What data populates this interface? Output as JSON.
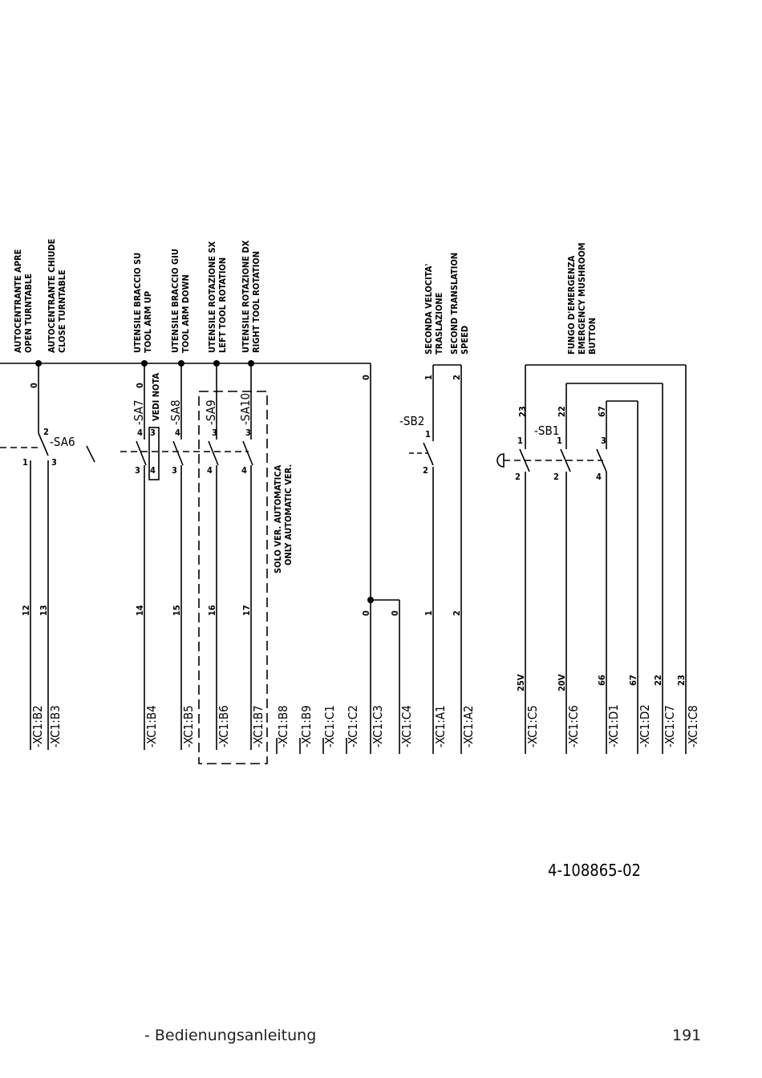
{
  "header_labels": [
    {
      "lines": [
        "AUTOCENTRANTE APRE",
        "OPEN TURNTABLE"
      ]
    },
    {
      "lines": [
        "AUTOCENTRANTE CHIUDE",
        "CLOSE TURNTABLE"
      ]
    },
    {
      "lines": [
        "UTENSILE BRACCIO SU",
        "TOOL ARM UP"
      ]
    },
    {
      "lines": [
        "UTENSILE BRACCIO GIU",
        "TOOL ARM DOWN"
      ]
    },
    {
      "lines": [
        "UTENSILE ROTAZIONE SX",
        "LEFT TOOL ROTATION"
      ]
    },
    {
      "lines": [
        "UTENSILE ROTAZIONE DX",
        "RIGHT TOOL ROTATION"
      ]
    },
    {
      "lines": [
        "SECONDA VELOCITA'",
        "TRASLAZIONE",
        "SECOND TRANSLATION",
        "SPEED"
      ]
    },
    {
      "lines": [
        "FUNGO D'EMERGENZA",
        "EMERGENCY MUSHROOM",
        "BUTTON"
      ]
    }
  ],
  "switches": {
    "sa6": "-SA6",
    "sa7": "-SA7",
    "sa8": "-SA8",
    "sa9": "-SA9",
    "sa10": "-SA10",
    "sb2": "-SB2",
    "sb1": "-SB1"
  },
  "note": "VEDI NOTA",
  "automatic_note": [
    "SOLO VER. AUTOMATICA",
    "ONLY AUTOMATIC VER."
  ],
  "terminals": [
    "-XC1:B2",
    "-XC1:B3",
    "-XC1:B4",
    "-XC1:B5",
    "-XC1:B6",
    "-XC1:B7",
    "-XC1:B8",
    "-XC1:B9",
    "-XC1:C1",
    "-XC1:C2",
    "-XC1:C3",
    "-XC1:C4",
    "-XC1:A1",
    "-XC1:A2",
    "-XC1:C5",
    "-XC1:C6",
    "-XC1:D1",
    "-XC1:D2",
    "-XC1:C7",
    "-XC1:C8"
  ],
  "wire_numbers": [
    "12",
    "13",
    "14",
    "15",
    "16",
    "17",
    "0",
    "0",
    "1",
    "2",
    "25V",
    "20V",
    "66",
    "67",
    "22",
    "23"
  ],
  "top_wire_numbers": [
    "0",
    "0",
    "0",
    "1",
    "2"
  ],
  "pins": {
    "sa6": [
      "2",
      "1",
      "3"
    ],
    "sa7": [
      "4",
      "3",
      "3",
      "4"
    ],
    "sa8": [
      "4",
      "3"
    ],
    "sa9": [
      "3",
      "4"
    ],
    "sa10": [
      "3",
      "4"
    ],
    "sb2": [
      "1",
      "2"
    ],
    "sb1": [
      "23",
      "22",
      "67",
      "1",
      "1",
      "3",
      "2",
      "2",
      "4"
    ]
  },
  "drawing_number": "4-108865-02",
  "footer": {
    "title": "- Bedienungsanleitung",
    "page": "191"
  }
}
